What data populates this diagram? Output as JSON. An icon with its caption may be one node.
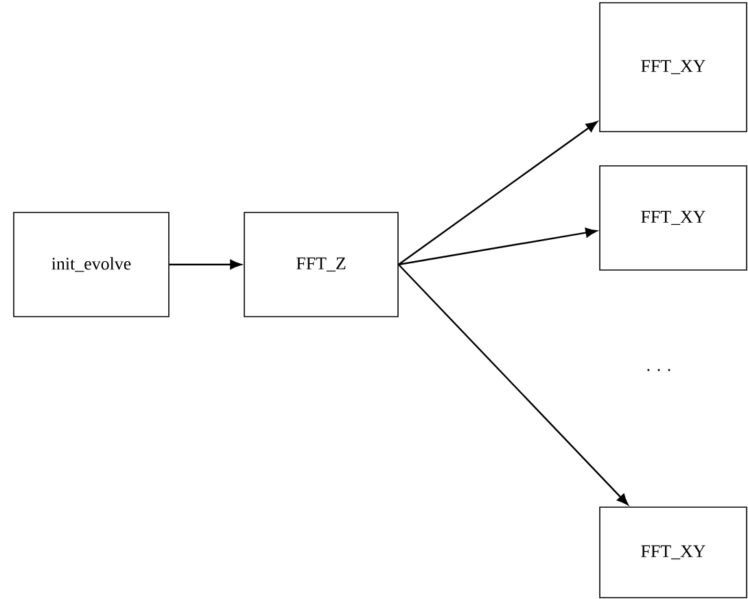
{
  "diagram": {
    "nodes": [
      {
        "text": [
          "init_evolve"
        ]
      },
      {
        "text": [
          "FFT_Z"
        ]
      },
      {
        "text": [
          "FFT_XY"
        ]
      },
      {
        "text": [
          "FFT_XY"
        ]
      },
      {
        "text": [
          "FFT_XY"
        ]
      }
    ],
    "edges": [
      {
        "from": 0,
        "to": 1,
        "arrow": "to"
      },
      {
        "from": 1,
        "to": 2,
        "arrow": "to"
      },
      {
        "from": 1,
        "to": 3,
        "arrow": "to"
      },
      {
        "from": 1,
        "to": 4,
        "arrow": "to"
      }
    ],
    "labels": [
      ". . ."
    ]
  }
}
